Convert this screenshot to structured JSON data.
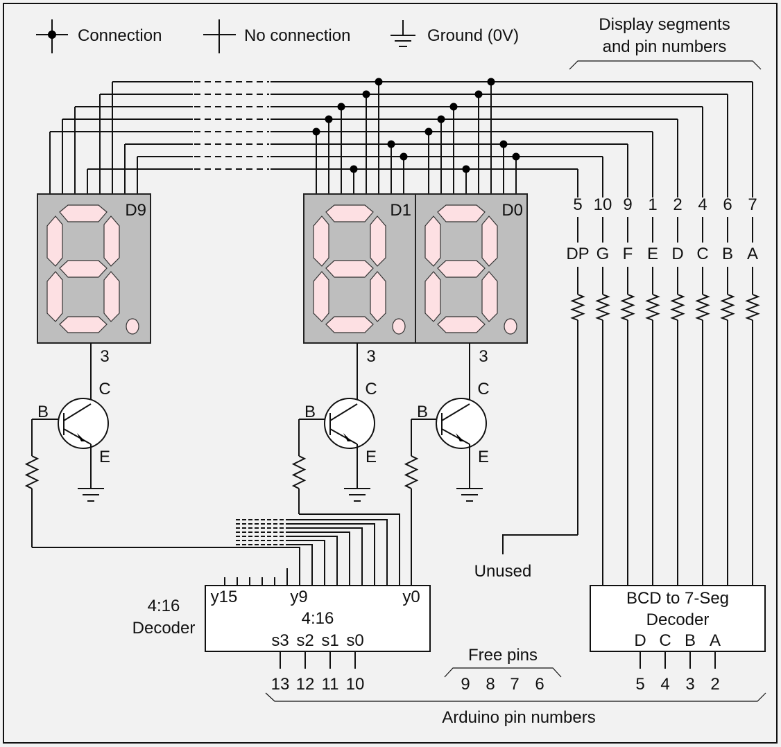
{
  "legend": {
    "connection": "Connection",
    "no_connection": "No connection",
    "ground": "Ground (0V)"
  },
  "header": {
    "display_segments_line1": "Display segments",
    "display_segments_line2": "and pin numbers"
  },
  "displays": [
    {
      "label": "D9",
      "common_pin": "3"
    },
    {
      "label": "D1",
      "common_pin": "3"
    },
    {
      "label": "D0",
      "common_pin": "3"
    }
  ],
  "transistor_labels": {
    "collector": "C",
    "base": "B",
    "emitter": "E"
  },
  "segments": [
    {
      "name": "DP",
      "pin": "5"
    },
    {
      "name": "G",
      "pin": "10"
    },
    {
      "name": "F",
      "pin": "9"
    },
    {
      "name": "E",
      "pin": "1"
    },
    {
      "name": "D",
      "pin": "2"
    },
    {
      "name": "C",
      "pin": "4"
    },
    {
      "name": "B",
      "pin": "6"
    },
    {
      "name": "A",
      "pin": "7"
    }
  ],
  "unused_label": "Unused",
  "decoder_4_16": {
    "side_label_line1": "4:16",
    "side_label_line2": "Decoder",
    "title": "4:16",
    "out_high": "y15",
    "out_mid": "y9",
    "out_low": "y0",
    "inputs": [
      {
        "name": "s3",
        "arduino_pin": "13"
      },
      {
        "name": "s2",
        "arduino_pin": "12"
      },
      {
        "name": "s1",
        "arduino_pin": "11"
      },
      {
        "name": "s0",
        "arduino_pin": "10"
      }
    ]
  },
  "bcd_decoder": {
    "title_line1": "BCD to 7-Seg",
    "title_line2": "Decoder",
    "inputs": [
      {
        "name": "D",
        "arduino_pin": "5"
      },
      {
        "name": "C",
        "arduino_pin": "4"
      },
      {
        "name": "B",
        "arduino_pin": "3"
      },
      {
        "name": "A",
        "arduino_pin": "2"
      }
    ]
  },
  "free_pins": {
    "label": "Free pins",
    "pins": [
      "9",
      "8",
      "7",
      "6"
    ]
  },
  "arduino_label": "Arduino pin numbers"
}
